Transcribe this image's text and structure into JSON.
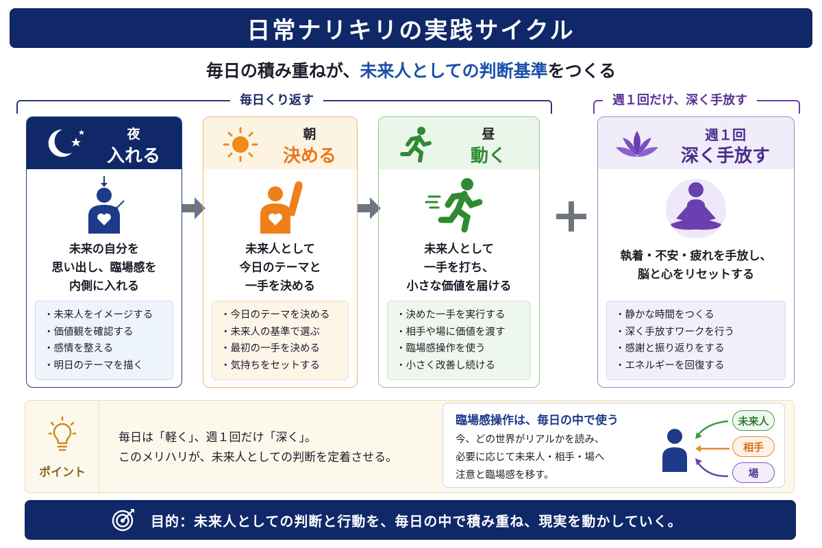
{
  "header": {
    "title": "日常ナリキリの実践サイクル"
  },
  "subtitle": {
    "before": "毎日の積み重ねが、",
    "highlight": "未来人としての判断基準",
    "after": "をつくる"
  },
  "brackets": {
    "daily": "毎日くり返す",
    "weekly": "週１回だけ、深く手放す"
  },
  "cards": [
    {
      "time": "夜",
      "action": "入れる",
      "desc": [
        "未来の自分を",
        "思い出し、臨場感を",
        "内側に入れる"
      ],
      "items": [
        "・未来人をイメージする",
        "・価値観を確認する",
        "・感情を整える",
        "・明日のテーマを描く"
      ]
    },
    {
      "time": "朝",
      "action": "決める",
      "desc": [
        "未来人として",
        "今日のテーマと",
        "一手を決める"
      ],
      "items": [
        "・今日のテーマを決める",
        "・未来人の基準で選ぶ",
        "・最初の一手を決める",
        "・気持ちをセットする"
      ]
    },
    {
      "time": "昼",
      "action": "動く",
      "desc": [
        "未来人として",
        "一手を打ち、",
        "小さな価値を届ける"
      ],
      "items": [
        "・決めた一手を実行する",
        "・相手や場に価値を渡す",
        "・臨場感操作を使う",
        "・小さく改善し続ける"
      ]
    },
    {
      "time": "週１回",
      "action": "深く手放す",
      "desc": [
        "執着・不安・疲れを手放し、",
        "脳と心をリセットする"
      ],
      "items": [
        "・静かな時間をつくる",
        "・深く手放すワークを行う",
        "・感謝と振り返りをする",
        "・エネルギーを回復する"
      ]
    }
  ],
  "point": {
    "label": "ポイント",
    "lines": [
      "毎日は「軽く」、週１回だけ「深く」。",
      "このメリハリが、未来人としての判断を定着させる。"
    ]
  },
  "operate": {
    "title": "臨場感操作は、毎日の中で使う",
    "lines": [
      "今、どの世界がリアルかを読み、",
      "必要に応じて未来人・相手・場へ",
      "注意と臨場感を移す。"
    ],
    "targets": [
      "未来人",
      "相手",
      "場"
    ]
  },
  "footer": {
    "text": "目的：未来人としての判断と行動を、毎日の中で積み重ね、現実を動かしていく。"
  },
  "colors": {
    "navy": "#102868",
    "orange": "#e8771d",
    "green": "#2f8a32",
    "purple": "#4a2d88"
  },
  "icons": [
    "moon-stars-icon",
    "sun-icon",
    "running-person-icon",
    "lotus-icon",
    "heart-person-icon",
    "raised-hand-person-icon",
    "meditating-person-icon",
    "lightbulb-icon",
    "target-icon",
    "right-arrow-icon",
    "plus-icon"
  ]
}
